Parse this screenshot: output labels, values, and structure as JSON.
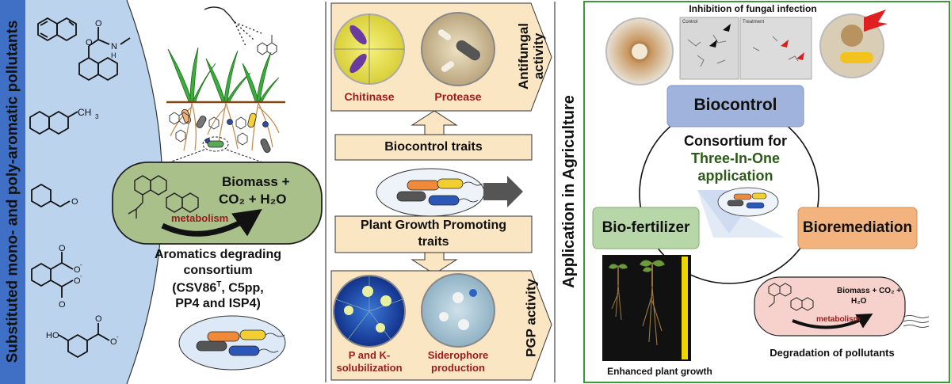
{
  "left": {
    "vertical_title": "Substituted mono- and poly-aromatic pollutants",
    "carboxylate_sign": "O",
    "methyl_label": "CH",
    "methyl_sub": "3",
    "hydroxy_label": "HO"
  },
  "consortium": {
    "biomass_line1": "Biomass +",
    "biomass_line2": "CO₂ + H₂O",
    "metabolism": "metabolism",
    "title_line1": "Aromatics degrading",
    "title_line2": "consortium",
    "strains_line1": "(CSV86",
    "strains_sup": "T",
    "strains_line1b": ", C5pp,",
    "strains_line2": "PP4 and ISP4)"
  },
  "middle": {
    "chitinase": "Chitinase",
    "protease": "Protease",
    "antifungal": "Antifungal activity",
    "biocontrol_traits": "Biocontrol traits",
    "pgp_traits_line1": "Plant Growth Promoting",
    "pgp_traits_line2": "traits",
    "pgp_activity": "PGP activity",
    "pk_line1": "P and K-",
    "pk_line2": "solubilization",
    "sid_line1": "Siderophore",
    "sid_line2": "production"
  },
  "application_title": "Application in Agriculture",
  "right": {
    "inhibition_title": "Inhibition of fungal infection",
    "control_label": "Control",
    "treatment_label": "Treatment",
    "biocontrol": "Biocontrol",
    "consortium_for": "Consortium for",
    "three_in_one": "Three-In-One",
    "application": "application",
    "biofertilizer": "Bio-fertilizer",
    "bioremediation": "Bioremediation",
    "enhanced_growth": "Enhanced plant growth",
    "degradation": "Degradation of pollutants",
    "biomass_small_line1": "Biomass + CO₂ +",
    "biomass_small_line2": "H₂O",
    "metabolism_small": "metabolism"
  },
  "colors": {
    "left_panel": "#bcd3ee",
    "consortium_box": "#a9c08a",
    "biocontrol_box": "#9fb3dc",
    "biofertilizer_box": "#b7d7a8",
    "bioremediation_box": "#f2b37f",
    "trait_box": "#fbe6c4",
    "green_border": "#3a9a3a",
    "dark_red": "#9b1b1b",
    "dark_green": "#2d5a1a"
  }
}
